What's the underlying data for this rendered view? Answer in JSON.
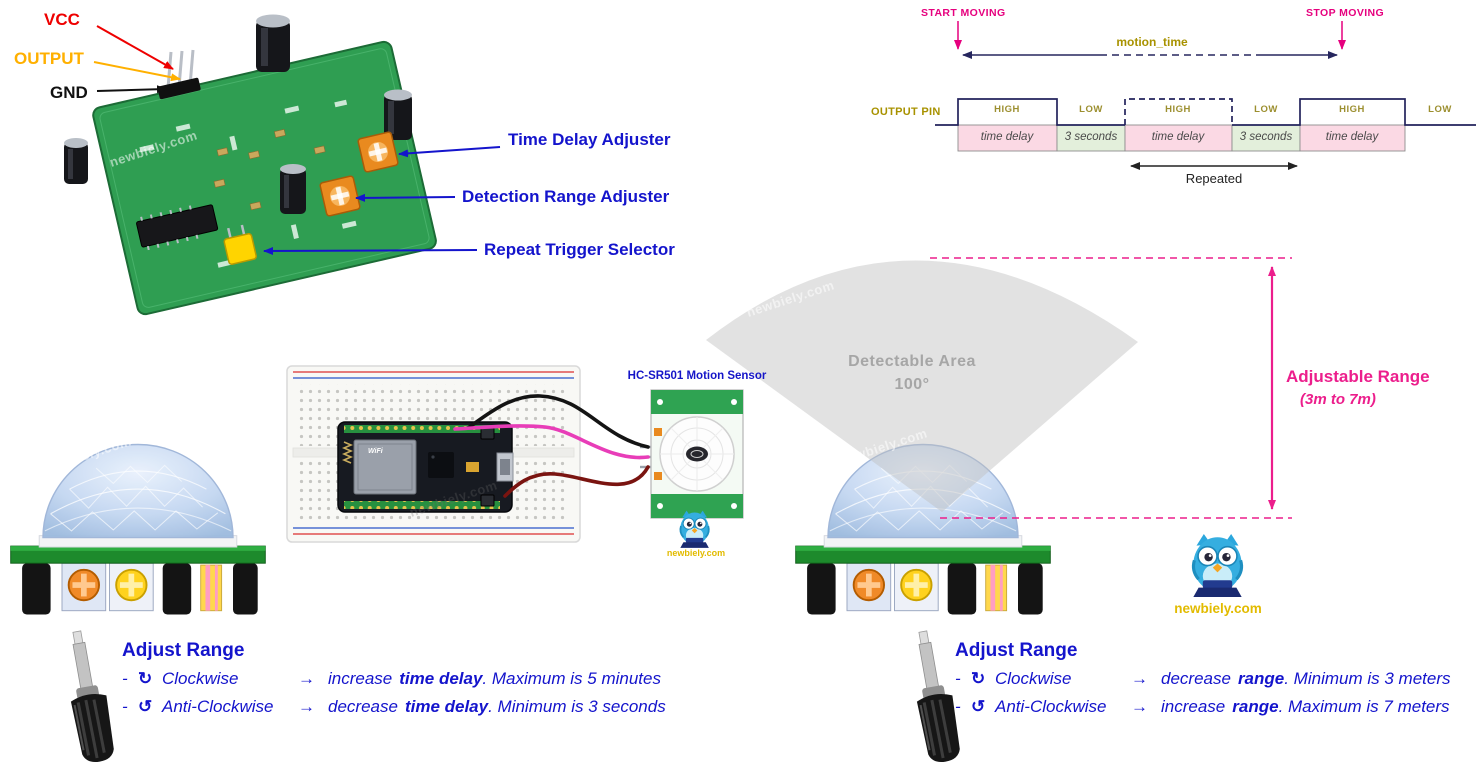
{
  "watermark": "newbiely.com",
  "brand": "newbiely.com",
  "pir_board_labels": {
    "vcc": "VCC",
    "output": "OUTPUT",
    "gnd": "GND",
    "time_delay_adjuster": "Time Delay Adjuster",
    "detection_range_adjuster": "Detection Range Adjuster",
    "repeat_trigger_selector": "Repeat Trigger Selector"
  },
  "timing": {
    "start_moving": "START MOVING",
    "stop_moving": "STOP MOVING",
    "motion_time": "motion_time",
    "output_pin": "OUTPUT PIN",
    "wave_labels": [
      "HIGH",
      "LOW",
      "HIGH",
      "LOW",
      "HIGH",
      "LOW"
    ],
    "delay_boxes": [
      "time delay",
      "3 seconds",
      "time delay",
      "3 seconds",
      "time delay"
    ],
    "repeated": "Repeated"
  },
  "wiring": {
    "sensor_title": "HC-SR501 Motion Sensor",
    "chip_label": "WiFi"
  },
  "detection": {
    "area_title": "Detectable Area",
    "area_angle": "100°",
    "range_title": "Adjustable Range",
    "range_subtitle": "(3m to 7m)"
  },
  "adjust_left": {
    "title": "Adjust Range",
    "row1": {
      "bullet": "-",
      "symbol": "↻",
      "direction": "Clockwise",
      "arrow": "→",
      "verb": "increase",
      "target": "time delay",
      "detail": ". Maximum is 5 minutes"
    },
    "row2": {
      "bullet": "-",
      "symbol": "↺",
      "direction": "Anti-Clockwise",
      "arrow": "→",
      "verb": "decrease",
      "target": "time delay",
      "detail": ". Minimum is 3 seconds"
    }
  },
  "adjust_right": {
    "title": "Adjust Range",
    "row1": {
      "bullet": "-",
      "symbol": "↻",
      "direction": "Clockwise",
      "arrow": "→",
      "verb": "decrease",
      "target": "range",
      "detail": ". Minimum is 3 meters"
    },
    "row2": {
      "bullet": "-",
      "symbol": "↺",
      "direction": "Anti-Clockwise",
      "arrow": "→",
      "verb": "increase",
      "target": "range",
      "detail": ". Maximum is 7 meters"
    }
  }
}
